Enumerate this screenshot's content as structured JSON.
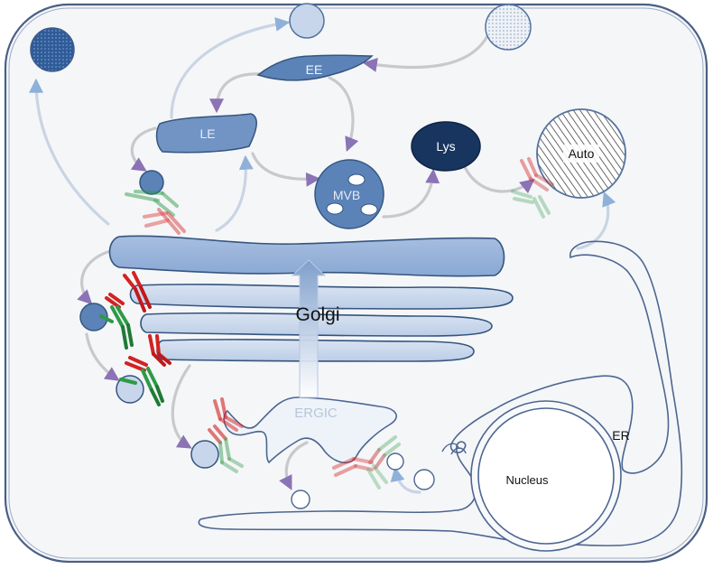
{
  "labels": {
    "ee": "EE",
    "le": "LE",
    "mvb": "MVB",
    "lys": "Lys",
    "auto": "Auto",
    "golgi": "Golgi",
    "ergic": "ERGIC",
    "nucleus": "Nucleus",
    "er": "ER"
  },
  "colors": {
    "cell_fill": "#f5f6f8",
    "cell_stroke": "#4a5f86",
    "organelle_fill": "#5b83b8",
    "organelle_light": "#c7d6ea",
    "organelle_stroke": "#34557f",
    "lysosome_fill": "#17355f",
    "arrow_gray": "#c7c9cc",
    "arrow_purple": "#8b73b5",
    "antibody_red": "#d32222",
    "antibody_green": "#2e9a48"
  }
}
